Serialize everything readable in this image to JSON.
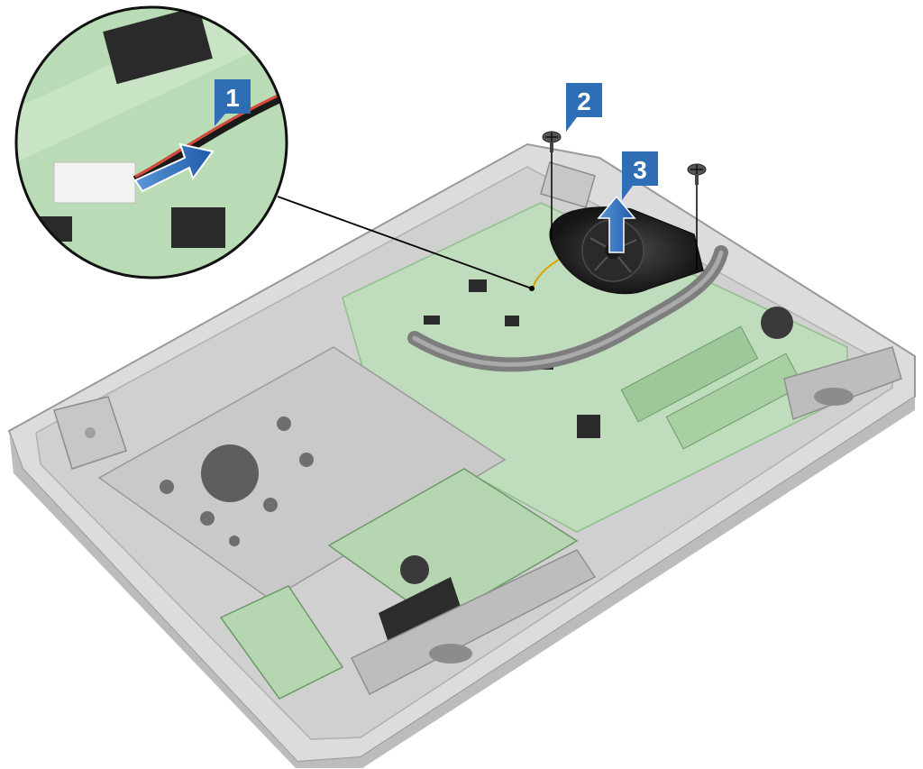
{
  "steps": [
    {
      "label": "1"
    },
    {
      "label": "2"
    },
    {
      "label": "3"
    }
  ],
  "colors": {
    "badge": "#2f6db5",
    "badge_text": "#ffffff",
    "chassis": "#d4d4d4",
    "chassis_edge": "#9a9a9a",
    "board": "#b7d7b3",
    "board_dark": "#8fbf8a",
    "fan": "#1e1e1e",
    "heatpipe": "#7a7a7a",
    "callout_bg": "#b9dbb5"
  },
  "icons": [
    "screw-icon",
    "arrow-up-icon",
    "arrow-right-icon"
  ]
}
